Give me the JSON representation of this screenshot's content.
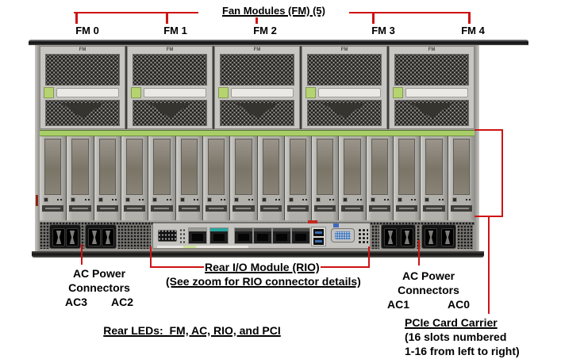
{
  "colors": {
    "callout_red": "#ce1312",
    "fan_tab_green": "#b5d470",
    "pcie_strip_green": "#a8ce69",
    "ser_mgt_teal": "#2aa39e",
    "usb_blue": "#3c6db0",
    "vga_blue": "#4c7dbb"
  },
  "top_callout": {
    "title": "Fan Modules (FM) (5)",
    "fan_labels": [
      "FM 0",
      "FM 1",
      "FM 2",
      "FM 3",
      "FM 4"
    ]
  },
  "chassis": {
    "fan_count": 5,
    "fan_badge": "FM",
    "pcie_slot_count": 16
  },
  "callouts": {
    "ac_left": {
      "line1": "AC Power",
      "line2": "Connectors",
      "id_left": "AC3",
      "id_right": "AC2"
    },
    "rio": {
      "title": "Rear I/O Module (RIO)",
      "subtitle": "(See zoom for RIO connector details)"
    },
    "ac_right": {
      "line1": "AC Power",
      "line2": "Connectors",
      "id_left": "AC1",
      "id_right": "AC0"
    },
    "rear_leds": "Rear LEDs:  FM, AC, RIO, and PCI",
    "pcie": {
      "title": "PCIe Card Carrier",
      "line2": "(16 slots numbered",
      "line3": "1-16 from left to right)"
    }
  }
}
